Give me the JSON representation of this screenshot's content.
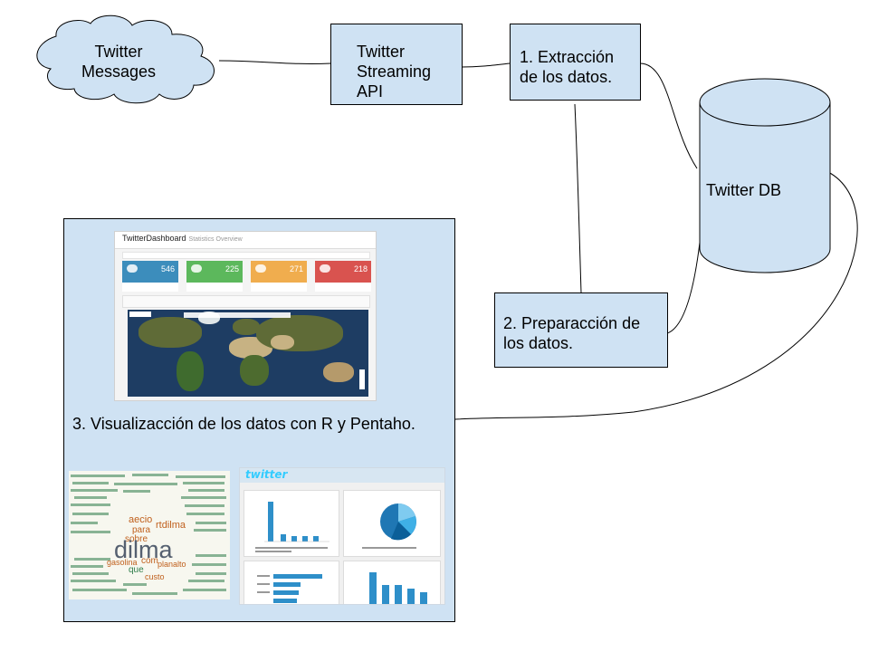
{
  "nodes": {
    "twitter_messages": "Twitter\nMessages",
    "streaming_api": [
      "Twitter",
      "Streaming",
      "API"
    ],
    "extraction": [
      "1. Extracción",
      "de los datos."
    ],
    "twitter_db": "Twitter DB",
    "preparation": [
      "2. Preparacción de",
      "los datos."
    ],
    "visualization": "3. Visualizacción de los datos con R y Pentaho."
  },
  "dashboard": {
    "title": "TwitterDashboard",
    "subtitle": "Statistics Overview",
    "tiles": [
      {
        "value": "546",
        "color": "#3c8dbc"
      },
      {
        "value": "225",
        "color": "#5cb85c"
      },
      {
        "value": "271",
        "color": "#f0ad4e"
      },
      {
        "value": "218",
        "color": "#d9534f"
      }
    ]
  },
  "wordcloud": {
    "words": [
      "dilma",
      "gasolina",
      "com",
      "que",
      "para",
      "sobre",
      "custo",
      "aecio",
      "rtdilma",
      "planalto"
    ]
  },
  "twitter_panel": {
    "logo": "twitter"
  },
  "colors": {
    "box_fill": "#cfe2f3",
    "border": "#000000"
  }
}
